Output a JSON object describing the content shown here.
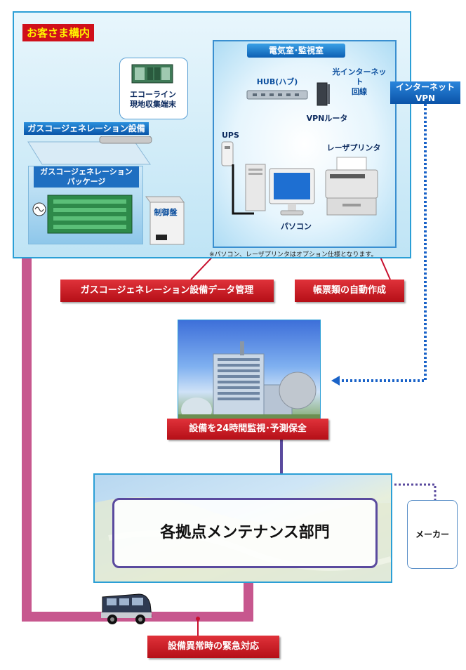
{
  "customer_site": {
    "label": "お客さま構内",
    "room_title": "電気室･監視室",
    "eco_line_label": "エコーライン\n現地収集端末",
    "gas_facility_label": "ガスコージェネレーション設備",
    "gas_package_label": "ガスコージェネレーション\nパッケージ",
    "control_panel_label": "制御盤",
    "hub_label": "HUB(ハブ)",
    "fiber_label": "光インターネット\n回線",
    "vpn_router_label": "VPNルータ",
    "ups_label": "UPS",
    "laser_printer_label": "レーザプリンタ",
    "pc_label": "パソコン",
    "option_note": "※パソコン、レーザプリンタはオプション仕様となります。"
  },
  "internet_vpn_label": "インターネット\nVPN",
  "callouts": {
    "data_management": "ガスコージェネレーション設備データ管理",
    "auto_forms": "帳票類の自動作成",
    "monitoring": "設備を24時間監視･予測保全",
    "emergency": "設備異常時の緊急対応"
  },
  "maintenance_label": "各拠点メンテナンス部門",
  "maker_label": "メーカー",
  "colors": {
    "site_border": "#2b9fd6",
    "red_line": "#c8102e",
    "vpn_blue": "#1a63c8",
    "route_pink": "#c7578e",
    "maint_purple": "#5a4a9e"
  }
}
